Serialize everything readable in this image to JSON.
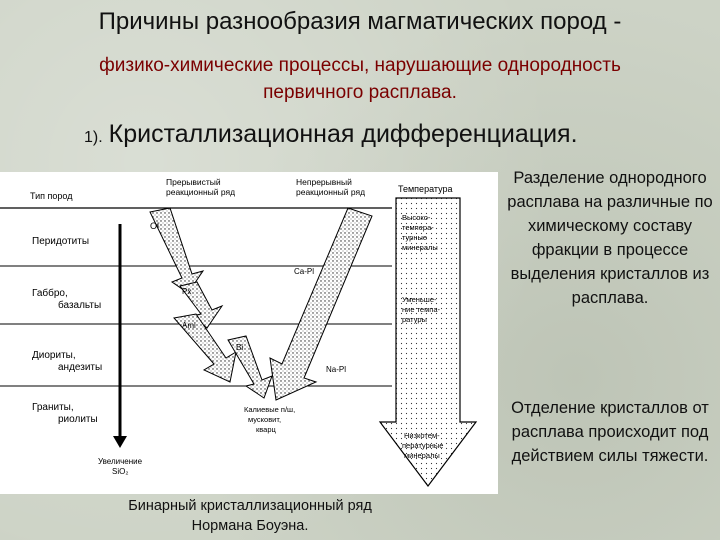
{
  "slide": {
    "title": "Причины разнообразия магматических пород -",
    "subtitle_line1": "физико-химические процессы, нарушающие однородность",
    "subtitle_line2": "первичного расплава.",
    "point_number": "1).",
    "point_text": "Кристаллизационная дифференциация.",
    "right_text_1": "Разделение однородного расплава на различные по химическому составу фракции в процессе выделения кристаллов из расплава.",
    "right_text_2": "Отделение кристаллов от расплава происходит под действием силы тяжести.",
    "caption_line1": "Бинарный кристаллизационный ряд",
    "caption_line2": "Нормана Боуэна."
  },
  "diagram": {
    "header_rock_type": "Тип пород",
    "header_discontinuous_1": "Прерывистый",
    "header_discontinuous_2": "реакционный ряд",
    "header_continuous_1": "Непрерывный",
    "header_continuous_2": "реакционный ряд",
    "header_temperature": "Температура",
    "rock_1": "Перидотиты",
    "rock_2a": "Габбро,",
    "rock_2b": "базальты",
    "rock_3a": "Диориты,",
    "rock_3b": "андезиты",
    "rock_4a": "Граниты,",
    "rock_4b": "риолиты",
    "mineral_ol": "Ol",
    "mineral_px": "Px",
    "mineral_aml": "Aml",
    "mineral_bi": "Bi",
    "mineral_ca_pl": "Ca-Pl",
    "mineral_na_pl": "Na-Pl",
    "final_1": "Калиевые п/ш,",
    "final_2": "мусковит,",
    "final_3": "кварц",
    "temp_high_1": "Высоко-",
    "temp_high_2": "темпера-",
    "temp_high_3": "турные",
    "temp_high_4": "минералы",
    "temp_mid_1": "Уменьше-",
    "temp_mid_2": "ние темпа-",
    "temp_mid_3": "ратуры",
    "temp_low_1": "Низкотем-",
    "temp_low_2": "пературные",
    "temp_low_3": "минералы",
    "sio2_1": "Увеличение",
    "sio2_2": "SiO₂"
  }
}
